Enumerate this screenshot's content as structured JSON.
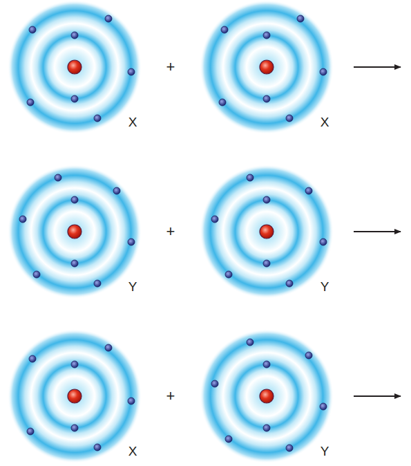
{
  "diagram": {
    "nodes": [
      {
        "text": [
          "X"
        ]
      },
      {
        "text": [
          "X"
        ]
      },
      {
        "text": [
          "Y"
        ]
      },
      {
        "text": [
          "Y"
        ]
      },
      {
        "text": [
          "X"
        ]
      },
      {
        "text": [
          "Y"
        ]
      }
    ],
    "labels": [
      "+",
      "+",
      "+"
    ]
  }
}
